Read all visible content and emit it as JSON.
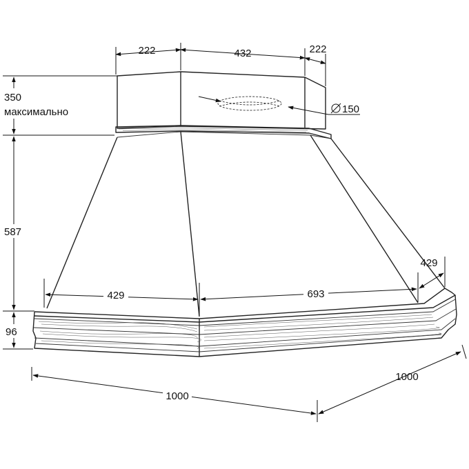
{
  "labels": {
    "top_left_width": "222",
    "top_middle_width": "432",
    "top_right_width": "222",
    "chimney_height": "350",
    "chimney_height_note": "максимально",
    "duct_diameter": "150",
    "body_height": "587",
    "base_height": "96",
    "front_left_side": "429",
    "front_width": "693",
    "side_depth_right": "429",
    "overall_width": "1000",
    "overall_depth": "1000"
  }
}
